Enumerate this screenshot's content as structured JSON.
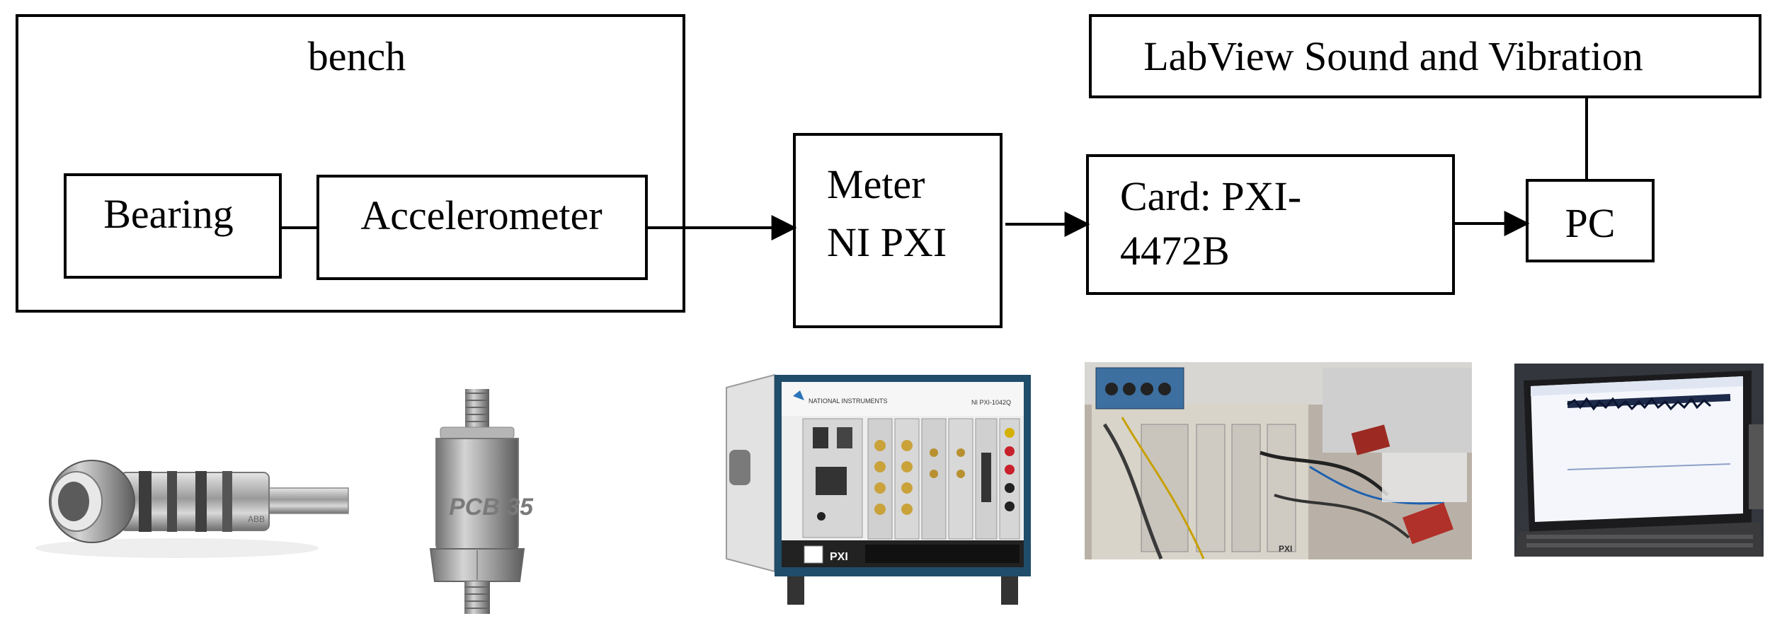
{
  "diagram": {
    "bench": "bench",
    "bearing": "Bearing",
    "accelerometer": "Accelerometer",
    "meter_line1": "Meter",
    "meter_line2": "NI PXI",
    "card_line1": "Card: PXI-",
    "card_line2": "4472B",
    "pc": "PC",
    "software": "LabView Sound and Vibration"
  },
  "photos": {
    "accelerometer_marking": "PCB 35",
    "chassis_brand": "NATIONAL INSTRUMENTS",
    "chassis_model": "NI PXI-1042Q",
    "chassis_label": "PXI",
    "bench_chassis_label": "PXI"
  }
}
